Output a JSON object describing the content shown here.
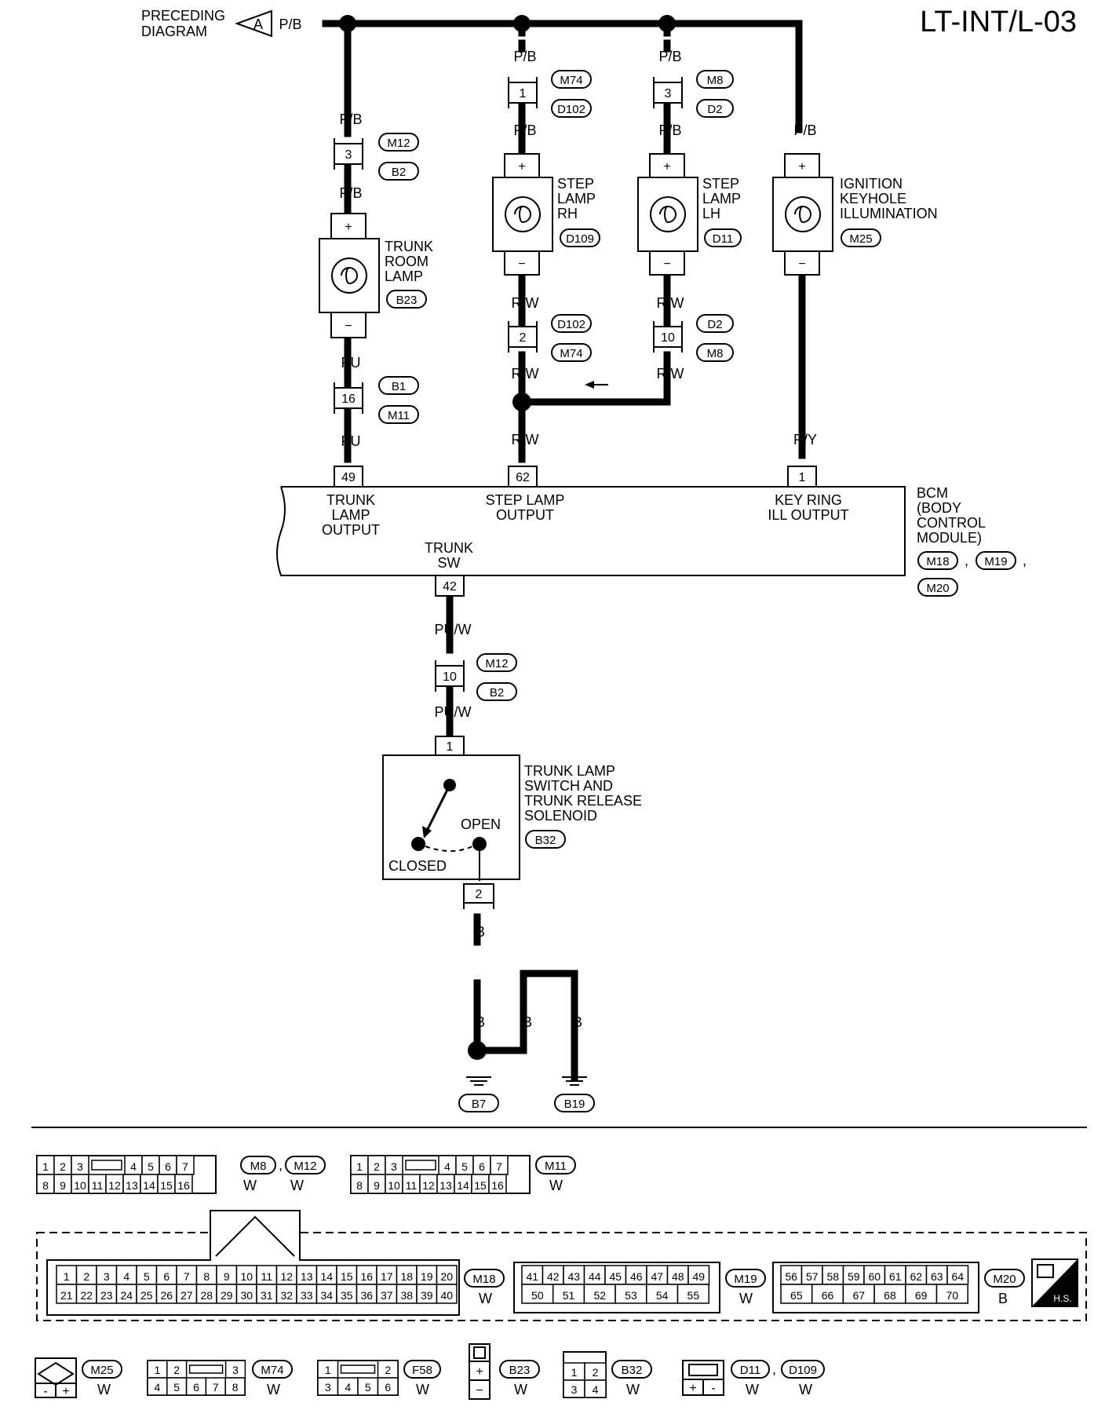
{
  "title": "LT-INT/L-03",
  "preceding": {
    "line1": "PRECEDING",
    "line2": "DIAGRAM",
    "letter": "A",
    "wire": "P/B"
  },
  "wires": {
    "pb": "P/B",
    "rw": "R/W",
    "pu": "PU",
    "ry": "R/Y",
    "puw": "PU/W",
    "b": "B"
  },
  "connectors": {
    "c_m12_b2_3": {
      "pin": "3",
      "a": "M12",
      "b": "B2"
    },
    "c_m74_d102_1": {
      "pin": "1",
      "a": "M74",
      "b": "D102"
    },
    "c_m8_d2_3": {
      "pin": "3",
      "a": "M8",
      "b": "D2"
    },
    "c_d102_m74_2": {
      "pin": "2",
      "a": "D102",
      "b": "M74"
    },
    "c_d2_m8_10": {
      "pin": "10",
      "a": "D2",
      "b": "M8"
    },
    "c_b1_m11_16": {
      "pin": "16",
      "a": "B1",
      "b": "M11"
    },
    "c_m12_b2_10": {
      "pin": "10",
      "a": "M12",
      "b": "B2"
    }
  },
  "components": {
    "trunk_room_lamp": {
      "l1": "TRUNK",
      "l2": "ROOM",
      "l3": "LAMP",
      "conn": "B23",
      "plus": "+",
      "minus": "−"
    },
    "step_lamp_rh": {
      "l1": "STEP",
      "l2": "LAMP",
      "l3": "RH",
      "conn": "D109",
      "plus": "+",
      "minus": "−"
    },
    "step_lamp_lh": {
      "l1": "STEP",
      "l2": "LAMP",
      "l3": "LH",
      "conn": "D11",
      "plus": "+",
      "minus": "−"
    },
    "ignition_keyhole": {
      "l1": "IGNITION",
      "l2": "KEYHOLE",
      "l3": "ILLUMINATION",
      "conn": "M25",
      "plus": "+",
      "minus": "−"
    },
    "trunk_switch": {
      "l1": "TRUNK LAMP",
      "l2": "SWITCH AND",
      "l3": "TRUNK RELEASE",
      "l4": "SOLENOID",
      "conn": "B32",
      "open": "OPEN",
      "closed": "CLOSED",
      "pin_top": "1",
      "pin_bottom": "2"
    }
  },
  "bcm": {
    "l1": "BCM",
    "l2": "(BODY",
    "l3": "CONTROL",
    "l4": "MODULE)",
    "conn1": "M18",
    "conn2": "M19",
    "conn3": "M20",
    "pins": {
      "trunk_lamp": {
        "pin": "49",
        "l1": "TRUNK",
        "l2": "LAMP",
        "l3": "OUTPUT"
      },
      "step_lamp": {
        "pin": "62",
        "l1": "STEP LAMP",
        "l2": "OUTPUT"
      },
      "key_ring": {
        "pin": "1",
        "l1": "KEY RING",
        "l2": "ILL OUTPUT"
      },
      "trunk_sw": {
        "pin": "42",
        "l1": "TRUNK",
        "l2": "SW"
      }
    }
  },
  "grounds": {
    "g1": "B7",
    "g2": "B19"
  },
  "connector_views": {
    "m8_m12": {
      "conns": [
        "M8",
        "M12"
      ],
      "colors": [
        "W",
        "W"
      ],
      "row1": [
        "1",
        "2",
        "3",
        "4",
        "5",
        "6",
        "7"
      ],
      "row2": [
        "8",
        "9",
        "10",
        "11",
        "12",
        "13",
        "14",
        "15",
        "16"
      ]
    },
    "m11": {
      "conns": [
        "M11"
      ],
      "colors": [
        "W"
      ],
      "row1": [
        "1",
        "2",
        "3",
        "4",
        "5",
        "6",
        "7"
      ],
      "row2": [
        "8",
        "9",
        "10",
        "11",
        "12",
        "13",
        "14",
        "15",
        "16"
      ]
    },
    "m18": {
      "conn": "M18",
      "color": "W",
      "row1": [
        "1",
        "2",
        "3",
        "4",
        "5",
        "6",
        "7",
        "8",
        "9",
        "10",
        "11",
        "12",
        "13",
        "14",
        "15",
        "16",
        "17",
        "18",
        "19",
        "20"
      ],
      "row2": [
        "21",
        "22",
        "23",
        "24",
        "25",
        "26",
        "27",
        "28",
        "29",
        "30",
        "31",
        "32",
        "33",
        "34",
        "35",
        "36",
        "37",
        "38",
        "39",
        "40"
      ]
    },
    "m19": {
      "conn": "M19",
      "color": "W",
      "row1": [
        "41",
        "42",
        "43",
        "44",
        "45",
        "46",
        "47",
        "48",
        "49"
      ],
      "row2": [
        "50",
        "51",
        "52",
        "53",
        "54",
        "55"
      ]
    },
    "m20": {
      "conn": "M20",
      "color": "B",
      "row1": [
        "56",
        "57",
        "58",
        "59",
        "60",
        "61",
        "62",
        "63",
        "64"
      ],
      "row2": [
        "65",
        "66",
        "67",
        "68",
        "69",
        "70"
      ]
    },
    "hs": "H.S.",
    "m25": {
      "conn": "M25",
      "color": "W",
      "row2": [
        "-",
        "+"
      ]
    },
    "m74": {
      "conn": "M74",
      "color": "W",
      "row1": [
        "1",
        "2",
        "3"
      ],
      "row2": [
        "4",
        "5",
        "6",
        "7",
        "8"
      ]
    },
    "f58": {
      "conn": "F58",
      "color": "W",
      "row1": [
        "1",
        "2"
      ],
      "row2": [
        "3",
        "4",
        "5",
        "6"
      ]
    },
    "b23": {
      "conn": "B23",
      "color": "W",
      "row": [
        "+",
        "−"
      ]
    },
    "b32": {
      "conn": "B32",
      "color": "W",
      "row1": [
        "1",
        "2"
      ],
      "row2": [
        "3",
        "4"
      ]
    },
    "d11_d109": {
      "conns": [
        "D11",
        "D109"
      ],
      "colors": [
        "W",
        "W"
      ],
      "row": [
        "+",
        "-"
      ]
    }
  }
}
